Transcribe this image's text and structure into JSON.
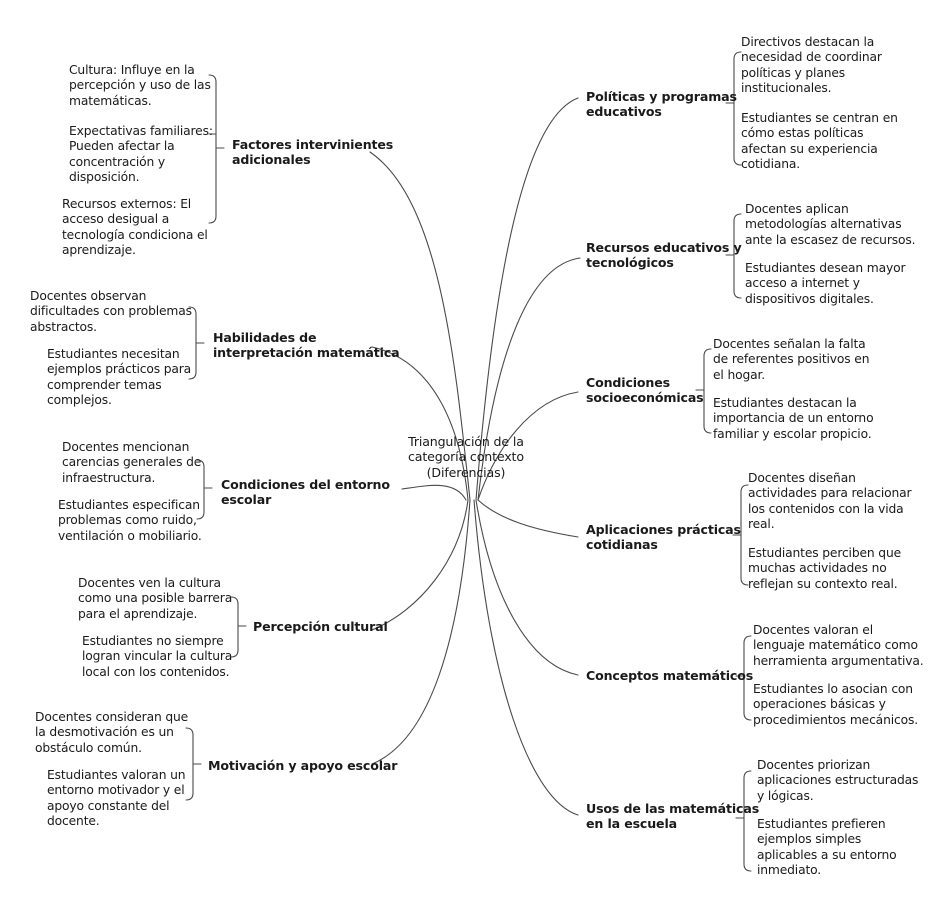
{
  "center": {
    "label": "Triangulación de la\ncategoría contexto\n(Diferencias)"
  },
  "left_branches": [
    {
      "label": "Factores intervinientes\nadicionales",
      "notes": [
        "Cultura: Influye en la\npercepción y uso de las\nmatemáticas.",
        "Expectativas familiares:\nPueden afectar la\nconcentración y\ndisposición.",
        "Recursos externos: El\nacceso desigual a\ntecnología condiciona el\naprendizaje."
      ]
    },
    {
      "label": "Habilidades de\ninterpretación matemática",
      "notes": [
        "Docentes observan\ndificultades con problemas\nabstractos.",
        "Estudiantes necesitan\nejemplos prácticos para\ncomprender temas\ncomplejos."
      ]
    },
    {
      "label": "Condiciones del entorno\nescolar",
      "notes": [
        "Docentes mencionan\ncarencias generales de\ninfraestructura.",
        "Estudiantes especifican\nproblemas como ruido,\nventilación o mobiliario."
      ]
    },
    {
      "label": "Percepción cultural",
      "notes": [
        "Docentes ven la cultura\ncomo una posible barrera\npara el aprendizaje.",
        "Estudiantes no siempre\nlogran vincular la cultura\nlocal con los contenidos."
      ]
    },
    {
      "label": "Motivación y apoyo escolar",
      "notes": [
        "Docentes consideran que\nla desmotivación es un\nobstáculo común.",
        "Estudiantes valoran un\nentorno motivador y el\napoyo constante del\ndocente."
      ]
    }
  ],
  "right_branches": [
    {
      "label": "Políticas y programas\neducativos",
      "notes": [
        "Directivos destacan la\nnecesidad de coordinar\npolíticas y planes\ninstitucionales.",
        "Estudiantes se centran en\ncómo estas políticas\nafectan su experiencia\ncotidiana."
      ]
    },
    {
      "label": "Recursos educativos y\ntecnológicos",
      "notes": [
        "Docentes aplican\nmetodologías alternativas\nante la escasez de recursos.",
        "Estudiantes desean mayor\nacceso a internet y\ndispositivos digitales."
      ]
    },
    {
      "label": "Condiciones\nsocioeconómicas",
      "notes": [
        "Docentes señalan la falta\nde referentes positivos en\nel hogar.",
        "Estudiantes destacan la\nimportancia de un entorno\nfamiliar y escolar propicio."
      ]
    },
    {
      "label": "Aplicaciones prácticas\ncotidianas",
      "notes": [
        "Docentes diseñan\nactividades para relacionar\nlos contenidos con la vida\nreal.",
        "Estudiantes perciben que\nmuchas actividades no\nreflejan su contexto real."
      ]
    },
    {
      "label": "Conceptos matemáticos",
      "notes": [
        "Docentes valoran el\nlenguaje matemático como\nherramienta argumentativa.",
        "Estudiantes lo asocian con\noperaciones básicas y\nprocedimientos mecánicos."
      ]
    },
    {
      "label": "Usos de las matemáticas\nen la escuela",
      "notes": [
        "Docentes priorizan\naplicaciones estructuradas\ny lógicas.",
        "Estudiantes prefieren\nejemplos simples\naplicables a su entorno\ninmediato."
      ]
    }
  ],
  "colors": {
    "line": "#4a4a4a",
    "text": "#1a1a1a"
  }
}
